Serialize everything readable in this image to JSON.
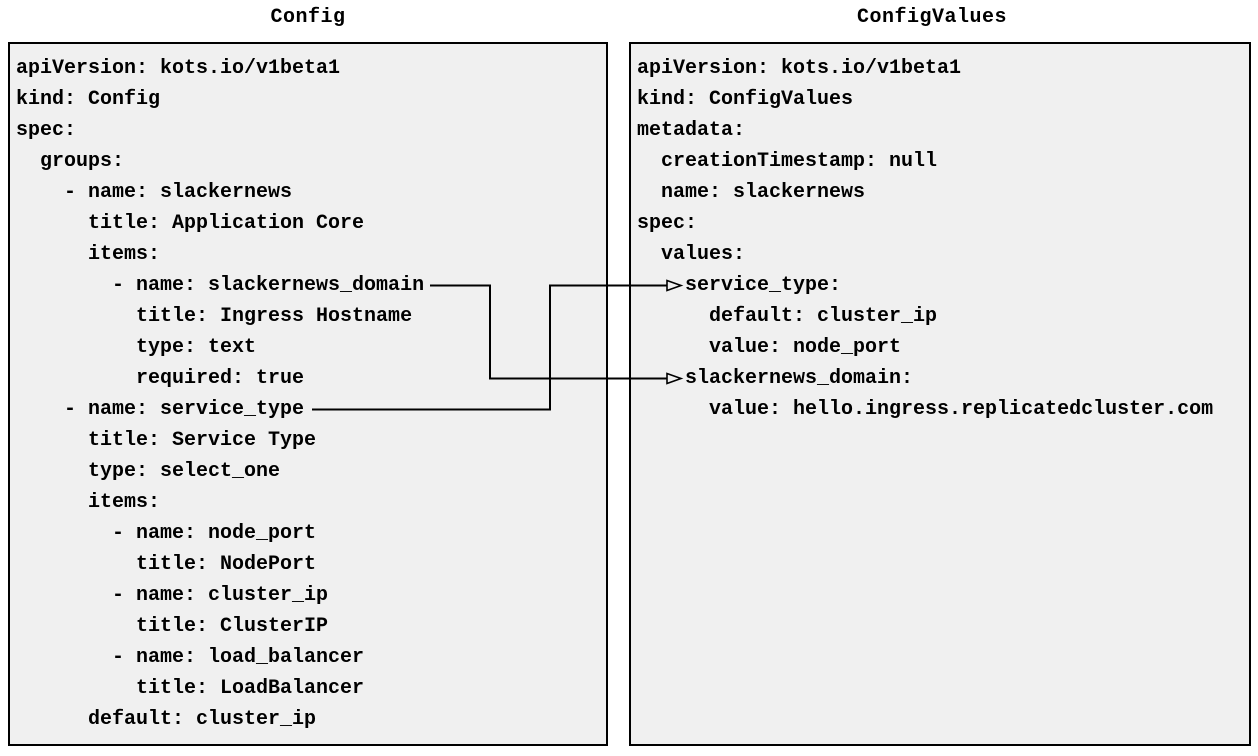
{
  "colors": {
    "panel-bg": "#f0f0f0",
    "panel-border": "#000000",
    "text-color": "#000000",
    "connector-color": "#000000"
  },
  "panels": [
    {
      "id": "config",
      "title": "Config",
      "yaml_lines": [
        "apiVersion: kots.io/v1beta1",
        "kind: Config",
        "spec:",
        "  groups:",
        "    - name: slackernews",
        "      title: Application Core",
        "      items:",
        "        - name: slackernews_domain",
        "          title: Ingress Hostname",
        "          type: text",
        "          required: true",
        "    - name: service_type",
        "      title: Service Type",
        "      type: select_one",
        "      items:",
        "        - name: node_port",
        "          title: NodePort",
        "        - name: cluster_ip",
        "          title: ClusterIP",
        "        - name: load_balancer",
        "          title: LoadBalancer",
        "      default: cluster_ip"
      ]
    },
    {
      "id": "configvalues",
      "title": "ConfigValues",
      "yaml_lines": [
        "apiVersion: kots.io/v1beta1",
        "kind: ConfigValues",
        "metadata:",
        "  creationTimestamp: null",
        "  name: slackernews",
        "spec:",
        "  values:",
        "    service_type:",
        "      default: cluster_ip",
        "      value: node_port",
        "    slackernews_domain:",
        "      value: hello.ingress.replicatedcluster.com"
      ]
    }
  ],
  "connectors": [
    {
      "from_panel": "Config",
      "from_field": "name: slackernews_domain",
      "to_panel": "ConfigValues",
      "to_field": "slackernews_domain:"
    },
    {
      "from_panel": "Config",
      "from_field": "name: service_type",
      "to_panel": "ConfigValues",
      "to_field": "service_type:"
    }
  ]
}
